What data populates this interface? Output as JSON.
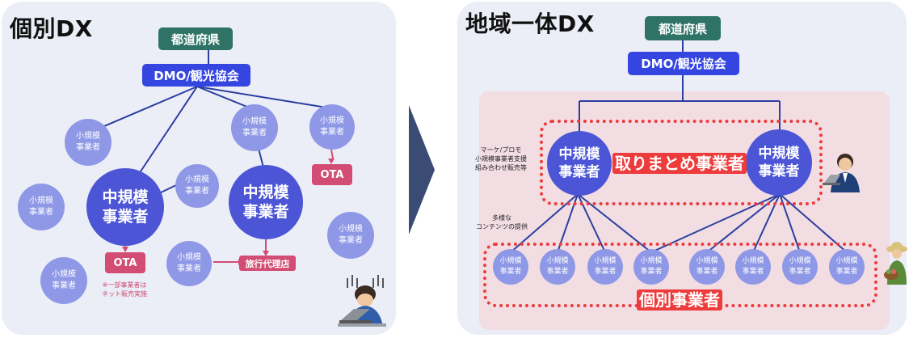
{
  "left": {
    "heading": "個別DX",
    "pref": "都道府県",
    "dmo": "DMO/観光協会",
    "big_nodes": [
      "中規模\n事業者",
      "中規模\n事業者"
    ],
    "small_node": "小規模\n事業者",
    "ota": "OTA",
    "agency": "旅行代理店",
    "footnote": "※一部事業者は\nネット販売実施"
  },
  "right": {
    "heading": "地域一体DX",
    "pref": "都道府県",
    "dmo": "DMO/観光協会",
    "big_nodes": [
      "中規模\n事業者",
      "中規模\n事業者"
    ],
    "small_node": "小規模\n事業者",
    "aggregator_label": "取りまとめ事業者",
    "individual_label": "個別事業者",
    "note_support": "マーケ/プロモ\n小規模事業者支援\n組み合わせ販売等",
    "note_content": "多様な\nコンテンツの提供"
  },
  "colors": {
    "panel": "#eceef7",
    "pref": "#2e7366",
    "dmo": "#3545e0",
    "big": "#4b55d6",
    "small": "#8e98e6",
    "ota": "#d24c73",
    "highlight": "#ee3b3b",
    "pink_area": "#f2dde3"
  }
}
